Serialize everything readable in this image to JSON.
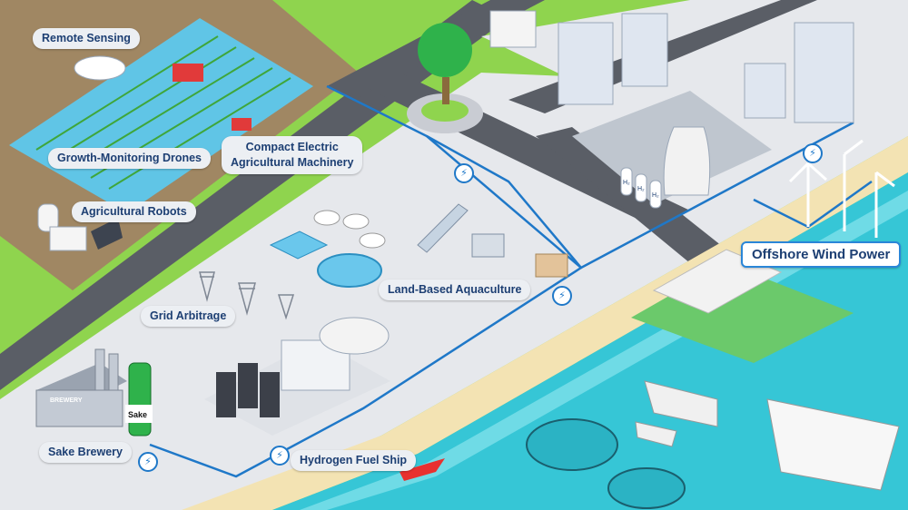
{
  "labels": {
    "remote_sensing": "Remote Sensing",
    "growth_monitoring_drones": "Growth-Monitoring Drones",
    "compact_electric_machinery": "Compact Electric\nAgricultural Machinery",
    "agricultural_robots": "Agricultural Robots",
    "grid_arbitrage": "Grid Arbitrage",
    "land_based_aquaculture": "Land-Based Aquaculture",
    "offshore_wind_power": "Offshore Wind Power",
    "sake_brewery": "Sake Brewery",
    "hydrogen_fuel_ship": "Hydrogen Fuel Ship"
  },
  "bottle_label": "Sake",
  "brewery_sign": "BREWERY",
  "tank_label": "H₂",
  "icons": {
    "power_node": "lightning-bolt-icon"
  },
  "colors": {
    "grass": "#8fd44e",
    "road": "#5a5e66",
    "pavement": "#e6e8ec",
    "sea": "#36c6d6",
    "sand": "#f3e3b3",
    "power_line": "#1f78c8",
    "label_text": "#1d3f73"
  }
}
